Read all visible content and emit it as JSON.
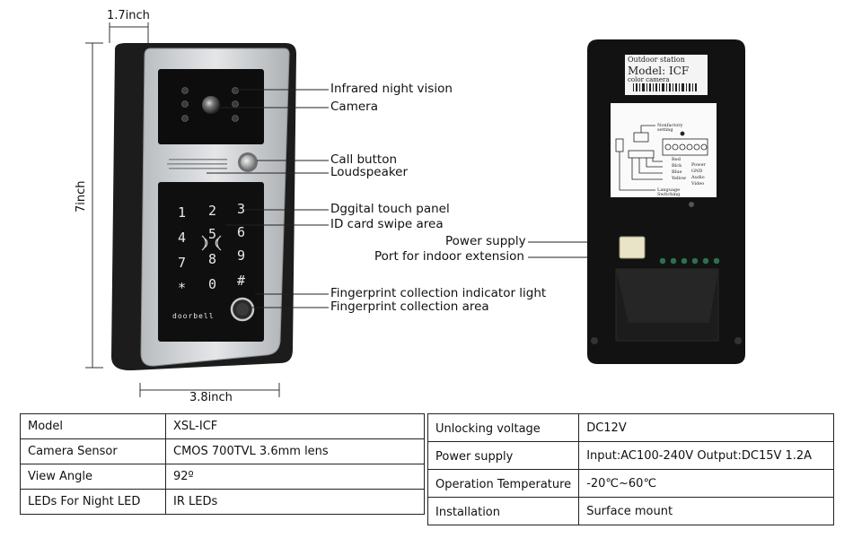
{
  "dimensions": {
    "top_width": "1.7inch",
    "height": "7inch",
    "bottom_width": "3.8inch"
  },
  "front_callouts": [
    "Infrared night vision",
    "Camera",
    "Call button",
    "Loudspeaker",
    "Dggital touch panel",
    "ID card swipe area",
    "Fingerprint collection indicator light",
    "Fingerprint collection area"
  ],
  "back_callouts": [
    "Power supply",
    "Port for indoor extension"
  ],
  "keypad": {
    "keys": [
      "1",
      "2",
      "3",
      "4",
      "5",
      "6",
      "7",
      "8",
      "9",
      "*",
      "0",
      "#"
    ],
    "brand": "doorbell"
  },
  "back_label": {
    "line1": "Outdoor station",
    "line2": "Model: ICF",
    "line3": "color camera"
  },
  "wiring": [
    "Red",
    "Power",
    "Blck",
    "GND",
    "Blue",
    "Audio",
    "Yellow",
    "Video",
    "Language Switching",
    "Nonfactory setting"
  ],
  "spec_left": [
    {
      "key": "Model",
      "value": "XSL-ICF"
    },
    {
      "key": "Camera Sensor",
      "value": "CMOS 700TVL 3.6mm lens"
    },
    {
      "key": "View Angle",
      "value": "92º"
    },
    {
      "key": "LEDs For Night LED",
      "value": "IR LEDs"
    }
  ],
  "spec_right": [
    {
      "key": "Unlocking voltage",
      "value": "DC12V"
    },
    {
      "key": "Power supply",
      "value": "Input:AC100-240V Output:DC15V 1.2A"
    },
    {
      "key": "Operation Temperature",
      "value": "-20℃~60℃"
    },
    {
      "key": "Installation",
      "value": "Surface mount"
    }
  ]
}
